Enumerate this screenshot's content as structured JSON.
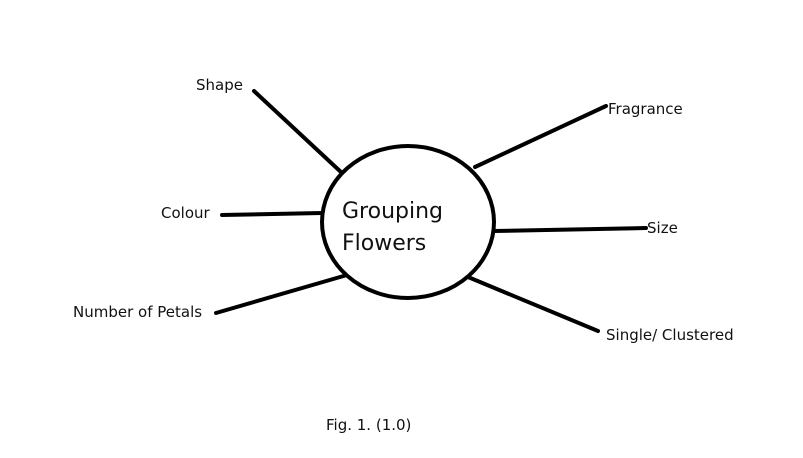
{
  "diagram": {
    "center": {
      "line1": "Grouping",
      "line2": "Flowers"
    },
    "branches": {
      "shape": "Shape",
      "colour": "Colour",
      "number_of_petals": "Number of Petals",
      "fragrance": "Fragrance",
      "size": "Size",
      "single_clustered": "Single/ Clustered"
    },
    "caption": "Fig. 1. (1.0)",
    "colors": {
      "stroke": "#000000",
      "background": "#ffffff"
    }
  }
}
